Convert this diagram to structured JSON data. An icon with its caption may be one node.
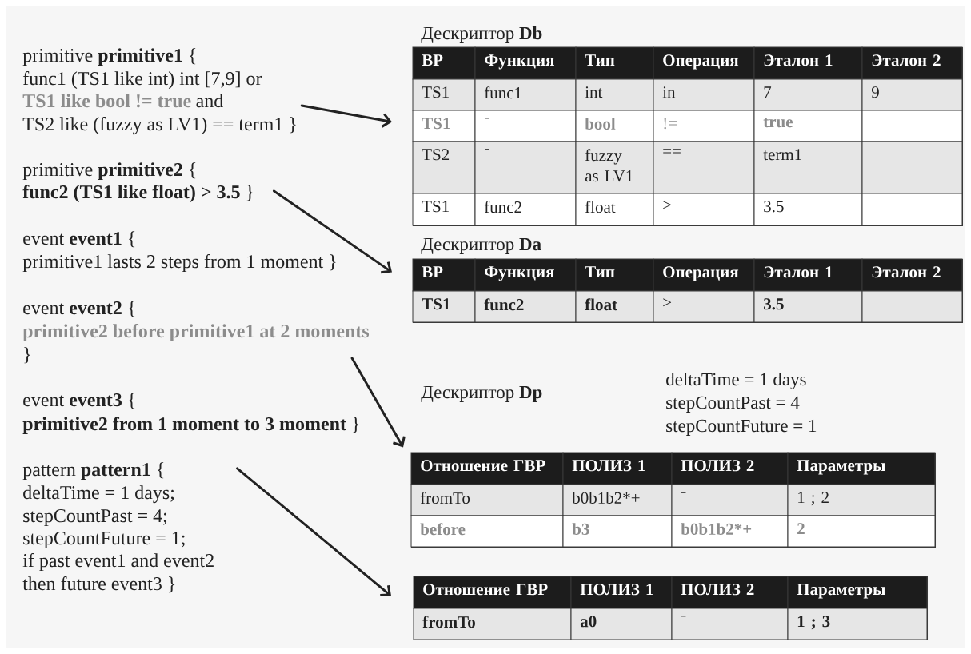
{
  "diagram": {
    "nodes": [
      {
        "text": [
          "primitive **primitive1** {",
          "func1 (TS1 like int) int [7,9] or",
          "TS1 like bool != true",
          "and",
          "TS2 like (fuzzy as LV1) == term1 }"
        ]
      },
      {
        "text": [
          "primitive **primitive2** {",
          "**func2 (TS1 like float) > 3.5** }"
        ]
      },
      {
        "text": [
          "event **event1** {",
          "primitive1 lasts 2 steps from 1 moment }"
        ]
      },
      {
        "text": [
          "event **event2** {",
          "primitive2 before primitive1 at 2 moments",
          "}"
        ]
      },
      {
        "text": [
          "event **event3** {",
          "**primitive2 from 1 moment to 3 moment** }"
        ]
      },
      {
        "text": [
          "pattern **pattern1** {",
          "deltaTime = 1 days;",
          "stepCountPast = 4;",
          "stepCountFuture = 1;",
          "if past event1 and event2",
          "then future event3 }"
        ]
      },
      {
        "text": [
          "Дескриптор **Db**",
          "ВР",
          "Функция",
          "Тип",
          "Операция",
          "Эталон 1",
          "Эталон 2",
          "TS1",
          "func1",
          "int",
          "in",
          "7",
          "9",
          "TS1",
          "-",
          "bool",
          "!=",
          "true",
          "TS2",
          "-",
          "fuzzy as LV1",
          "==",
          "term1",
          "TS1",
          "func2",
          "float",
          ">",
          "3.5"
        ]
      },
      {
        "text": [
          "Дескриптор **Da**",
          "ВР",
          "Функция",
          "Тип",
          "Операция",
          "Эталон 1",
          "Эталон 2",
          "TS1",
          "func2",
          "float",
          ">",
          "3.5"
        ]
      },
      {
        "text": [
          "Дескриптор **Dp**",
          "deltaTime = 1 days",
          "stepCountPast = 4",
          "stepCountFuture = 1",
          "Отношение ГВР",
          "ПОЛИЗ 1",
          "ПОЛИЗ 2",
          "Параметры",
          "fromTo",
          "b0b1b2*+",
          "-",
          "1 ; 2",
          "before",
          "b3",
          "b0b1b2*+",
          "2"
        ]
      },
      {
        "text": [
          "Отношение ГВР",
          "ПОЛИЗ 1",
          "ПОЛИЗ 2",
          "Параметры",
          "fromTo",
          "a0",
          "-",
          "1 ; 3"
        ]
      }
    ],
    "edges": [
      {
        "from": 0,
        "to": 6,
        "arrow": "to"
      },
      {
        "from": 1,
        "to": 7,
        "arrow": "to"
      },
      {
        "from": 3,
        "to": 8,
        "arrow": "to"
      },
      {
        "from": 5,
        "to": 9,
        "arrow": "to"
      }
    ]
  }
}
